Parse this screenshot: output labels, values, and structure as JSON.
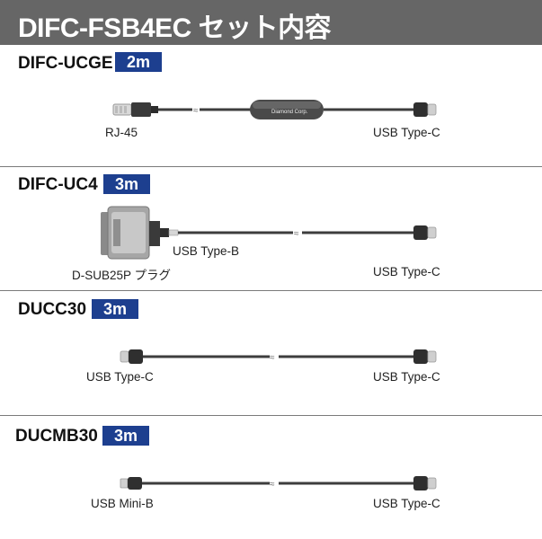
{
  "header": {
    "title": "DIFC-FSB4EC セット内容"
  },
  "products": [
    {
      "name": "DIFC-UCGE",
      "length": "2m",
      "left_label": "RJ-45",
      "right_label": "USB Type-C",
      "box_text": "Diamond Corp."
    },
    {
      "name": "DIFC-UC4",
      "length": "3m",
      "left_label": "D-SUB25P プラグ",
      "middle_label": "USB Type-B",
      "right_label": "USB Type-C"
    },
    {
      "name": "DUCC30",
      "length": "3m",
      "left_label": "USB Type-C",
      "right_label": "USB Type-C"
    },
    {
      "name": "DUCMB30",
      "length": "3m",
      "left_label": "USB Mini-B",
      "right_label": "USB Type-C"
    }
  ]
}
